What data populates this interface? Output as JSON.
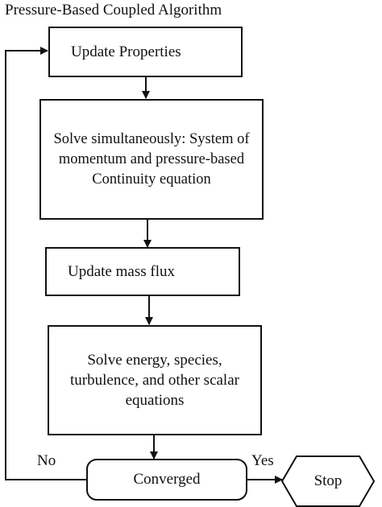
{
  "title": "Pressure-Based Coupled Algorithm",
  "steps": {
    "update_properties": "Update Properties",
    "solve_simultaneously": "Solve simultaneously: System of momentum and pressure-based Continuity equation",
    "update_mass_flux": "Update mass flux",
    "solve_scalars": "Solve energy, species, turbulence, and other scalar equations",
    "converged": "Converged",
    "stop": "Stop"
  },
  "branches": {
    "no": "No",
    "yes": "Yes"
  }
}
